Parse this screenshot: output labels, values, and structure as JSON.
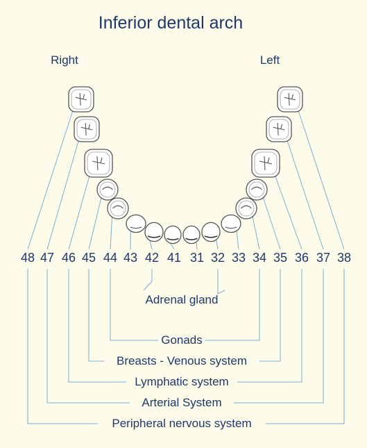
{
  "title": "Inferior  dental arch",
  "side_labels": {
    "right": "Right",
    "left": "Left"
  },
  "teeth": [
    {
      "number": "48",
      "kind": "molar"
    },
    {
      "number": "47",
      "kind": "molar"
    },
    {
      "number": "46",
      "kind": "molar"
    },
    {
      "number": "45",
      "kind": "premolar"
    },
    {
      "number": "44",
      "kind": "premolar"
    },
    {
      "number": "43",
      "kind": "canine"
    },
    {
      "number": "42",
      "kind": "incisor"
    },
    {
      "number": "41",
      "kind": "incisor"
    },
    {
      "number": "31",
      "kind": "incisor"
    },
    {
      "number": "32",
      "kind": "incisor"
    },
    {
      "number": "33",
      "kind": "canine"
    },
    {
      "number": "34",
      "kind": "premolar"
    },
    {
      "number": "35",
      "kind": "premolar"
    },
    {
      "number": "36",
      "kind": "molar"
    },
    {
      "number": "37",
      "kind": "molar"
    },
    {
      "number": "38",
      "kind": "molar"
    }
  ],
  "organ_groups": [
    {
      "label": "Adrenal gland",
      "right_tooth": "42",
      "left_tooth": "32"
    },
    {
      "label": "Gonads",
      "right_tooth": "44",
      "left_tooth": "34"
    },
    {
      "label": "Breasts - Venous system",
      "right_tooth": "45",
      "left_tooth": "35"
    },
    {
      "label": "Lymphatic system",
      "right_tooth": "46",
      "left_tooth": "36"
    },
    {
      "label": "Arterial System",
      "right_tooth": "47",
      "left_tooth": "37"
    },
    {
      "label": "Peripheral nervous system",
      "right_tooth": "48",
      "left_tooth": "38"
    }
  ],
  "colors": {
    "background": "#fdfbea",
    "text": "#1f3868",
    "connector": "#7aaed4",
    "tooth_fill": "#ffffff",
    "tooth_outline": "#555555"
  }
}
